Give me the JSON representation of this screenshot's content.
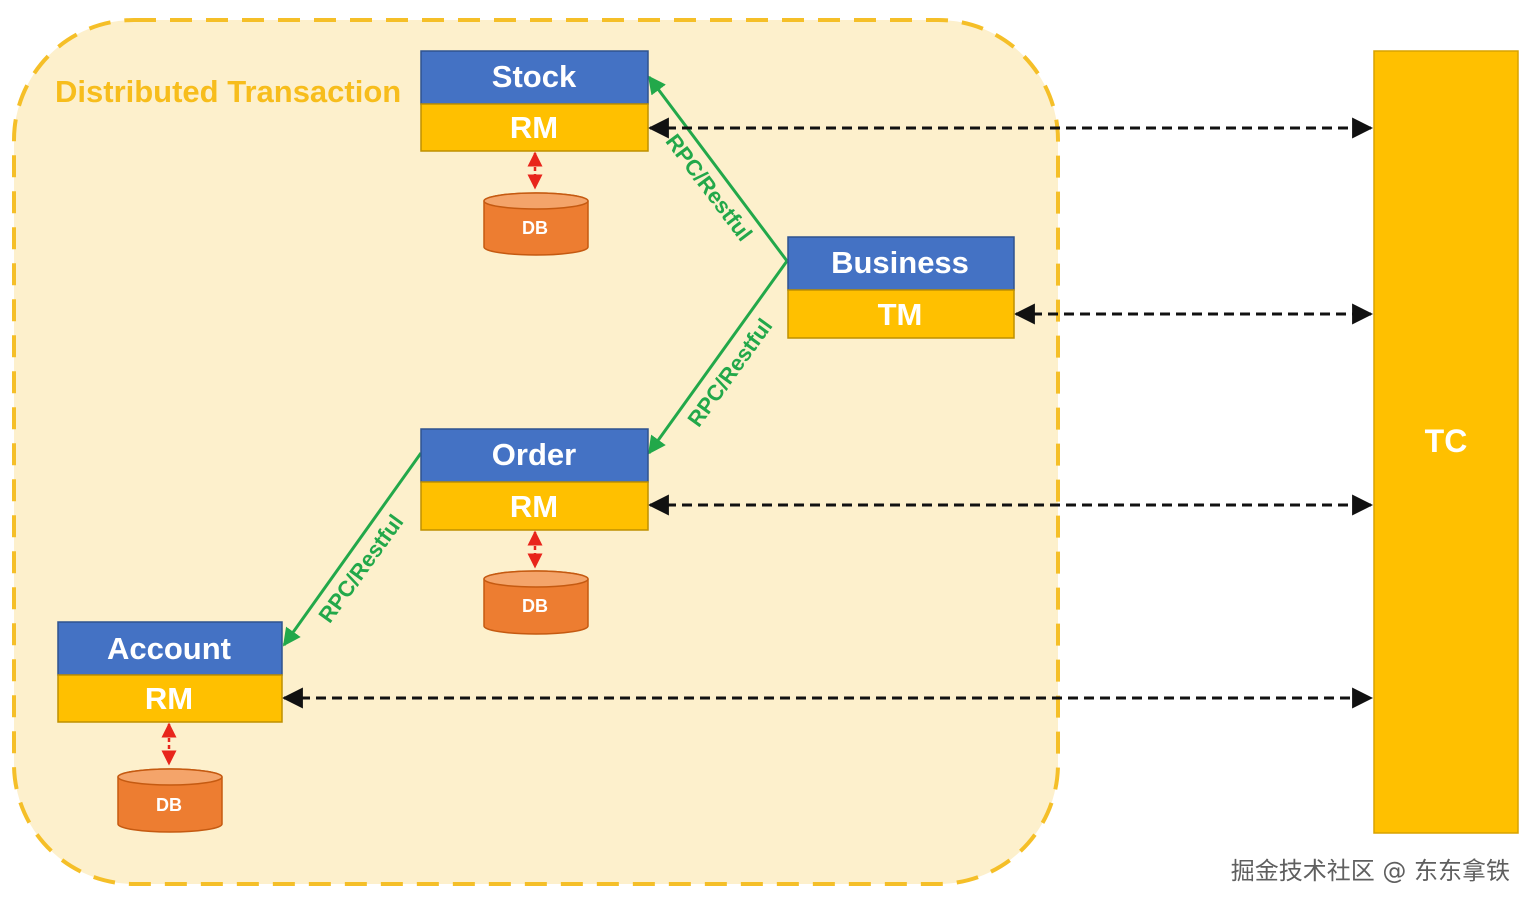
{
  "diagram": {
    "region_label": "Distributed Transaction",
    "services": {
      "stock": {
        "name": "Stock",
        "role": "RM"
      },
      "order": {
        "name": "Order",
        "role": "RM"
      },
      "account": {
        "name": "Account",
        "role": "RM"
      },
      "business": {
        "name": "Business",
        "role": "TM"
      }
    },
    "coordinator": {
      "label": "TC"
    },
    "database_label": "DB",
    "rpc_label": "RPC/Restful"
  },
  "watermark": "掘金技术社区 @ 东东拿铁",
  "colors": {
    "region_fill": "#fdf0cc",
    "region_border": "#f5bf28",
    "region_text": "#f7bd1c",
    "service_header": "#4472c4",
    "service_role": "#ffc000",
    "tc_fill": "#ffc000",
    "db_fill": "#ed7d31",
    "rpc_arrow": "#22a84a",
    "db_arrow": "#e8251b",
    "tc_arrow": "#111111"
  }
}
